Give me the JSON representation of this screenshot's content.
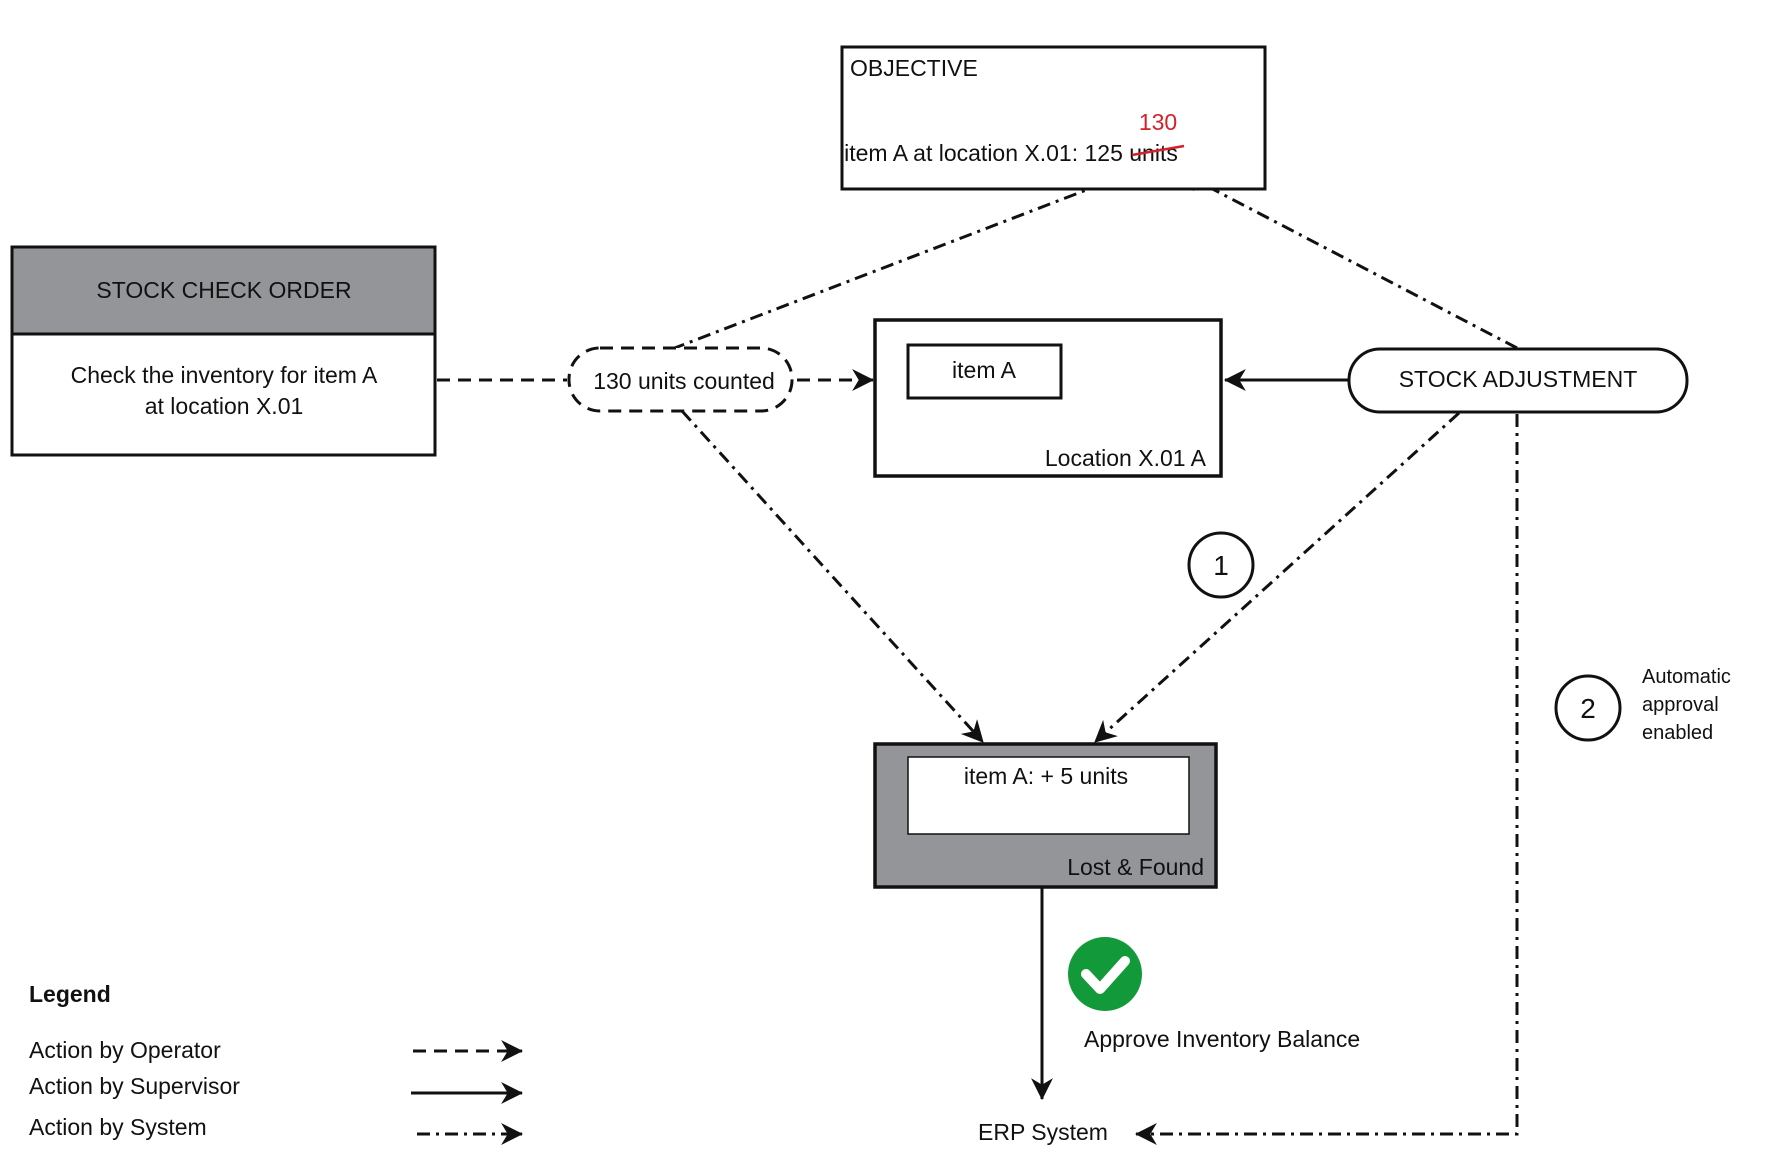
{
  "objective": {
    "title": "OBJECTIVE",
    "line_prefix": "item A at location X.01: ",
    "old_value": "125",
    "unit": " units",
    "new_value": "130"
  },
  "stock_check_order": {
    "header": "STOCK CHECK ORDER",
    "line1": "Check the inventory for item A",
    "line2": "at location X.01"
  },
  "counted_bubble": "130 units counted",
  "location_box": {
    "item_label": "item A",
    "location_label": "Location X.01 A"
  },
  "stock_adjustment": "STOCK ADJUSTMENT",
  "markers": {
    "step1": "1",
    "step2": "2",
    "step2_note": [
      "Automatic",
      "approval",
      "enabled"
    ]
  },
  "lost_found": {
    "entry": "item A: + 5 units",
    "label": "Lost & Found"
  },
  "approve_label": "Approve Inventory Balance",
  "erp_label": "ERP System",
  "legend": {
    "title": "Legend",
    "items": [
      "Action by Operator",
      "Action by Supervisor",
      "Action by System"
    ]
  },
  "colors": {
    "header_gray": "#939598",
    "highlight_red": "#d2232a",
    "check_green": "#129a3a",
    "stroke": "#111111"
  }
}
